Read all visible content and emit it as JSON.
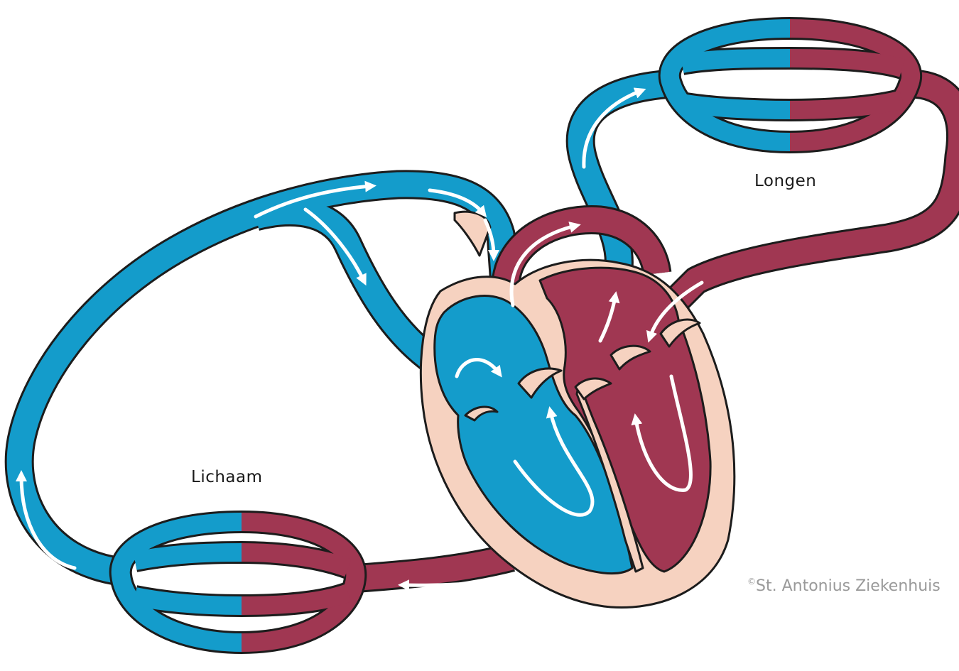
{
  "labels": {
    "lungs": "Longen",
    "body": "Lichaam"
  },
  "copyright": {
    "symbol": "©",
    "text": "St. Antonius Ziekenhuis"
  },
  "colors": {
    "deoxygenated": "#149ccb",
    "oxygenated": "#a03752",
    "heart_tissue": "#f6d2c0",
    "outline": "#1c1c1c",
    "arrow": "#ffffff"
  },
  "icons": {
    "flow_arrow": "arrow-icon"
  }
}
